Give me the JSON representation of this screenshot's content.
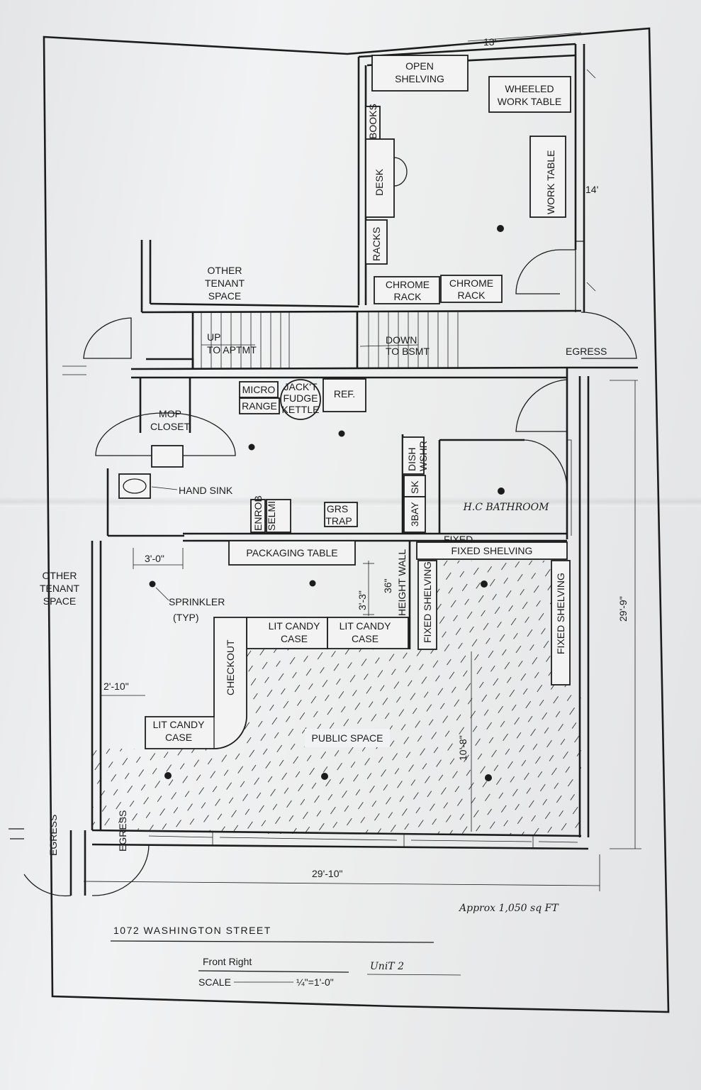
{
  "plan": {
    "title": "1072 WASHINGTON STREET",
    "subtitle": "Front Right",
    "unit_note": "UniT 2",
    "scale_label": "SCALE",
    "scale_value": "¼\"=1'-0\"",
    "area_note": "Approx 1,050 sq FT"
  },
  "rooms": {
    "open_shelving": [
      "OPEN",
      "SHELVING"
    ],
    "wheeled_work_table": [
      "WHEELED",
      "WORK TABLE"
    ],
    "books": "BOOKS",
    "desk": "DESK",
    "racks": "RACKS",
    "work_table": "WORK TABLE",
    "chrome_rack_1": [
      "CHROME",
      "RACK"
    ],
    "chrome_rack_2": [
      "CHROME",
      "RACK"
    ],
    "other_tenant_top": [
      "OTHER",
      "TENANT",
      "SPACE"
    ],
    "up_stairs": [
      "UP",
      "TO APTMT"
    ],
    "down_stairs": [
      "DOWN",
      "TO BSMT"
    ],
    "egress_right": "EGRESS",
    "micro": "MICRO",
    "range": "RANGE",
    "fudge_kettle": [
      "JACK'T",
      "FUDGE",
      "KETTLE"
    ],
    "ref": "REF.",
    "mop_closet": [
      "MOP",
      "CLOSET"
    ],
    "dish_washer": [
      "DISH",
      "WSHR"
    ],
    "sink": "SK",
    "three_bay": "3BAY",
    "hand_sink": "HAND SINK",
    "enrob": "ENROB",
    "selmi": "SELMI",
    "grease_trap": [
      "GRS",
      "TRAP"
    ],
    "hc_bathroom": "H.C BATHROOM",
    "fixed_small": "FIXED",
    "fixed_shelving_h": "FIXED SHELVING",
    "packaging_table": "PACKAGING TABLE",
    "height_wall": "HEIGHT WALL",
    "fixed_shelving_v1": "FIXED SHELVING",
    "fixed_shelving_v2": "FIXED SHELVING",
    "other_tenant_left": [
      "OTHER",
      "TENANT",
      "SPACE"
    ],
    "sprinkler": [
      "SPRINKLER",
      "(TYP)"
    ],
    "lit_candy_case_1": [
      "LIT CANDY",
      "CASE"
    ],
    "lit_candy_case_2": [
      "LIT CANDY",
      "CASE"
    ],
    "lit_candy_case_3": [
      "LIT CANDY",
      "CASE"
    ],
    "checkout": "CHECKOUT",
    "public_space": "PUBLIC SPACE",
    "egress_left_1": "EGRESS",
    "egress_left_2": "EGRESS"
  },
  "dimensions": {
    "top_width": "13'",
    "right_depth": "14'",
    "three_zero": "3'-0\"",
    "three_three": "3'-3\"",
    "thirty_six": "36\"",
    "two_ten": "2'-10\"",
    "ten_eight": "10'-8\"",
    "twenty_nine_nine": "29'-9\"",
    "twenty_nine_ten": "29'-10\""
  }
}
